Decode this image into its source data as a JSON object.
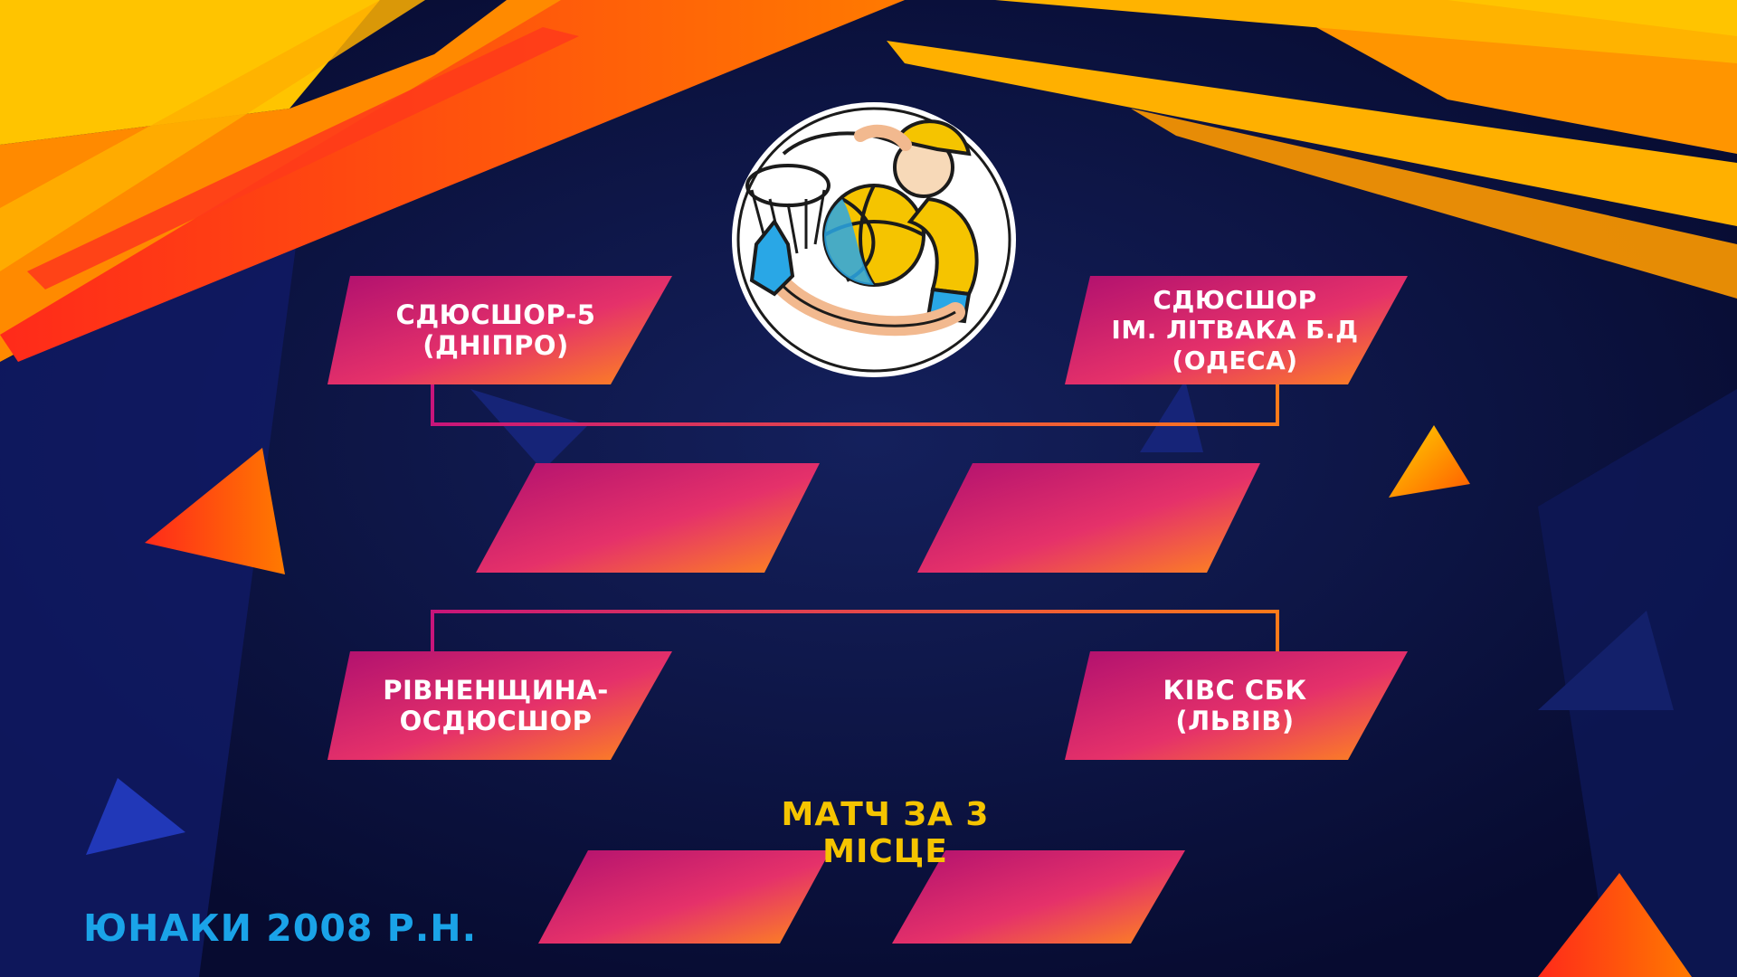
{
  "bracket": {
    "semifinal_left_top": {
      "line1": "СДЮСШОР-5",
      "line2": "(ДНІПРО)"
    },
    "semifinal_right_top": {
      "line1": "СДЮСШОР",
      "line2": "ІМ. ЛІТВАКА Б.Д",
      "line3": "(ОДЕСА)"
    },
    "semifinal_left_bottom": {
      "line1": "РІВНЕНЩИНА-",
      "line2": "ОСДЮСШОР"
    },
    "semifinal_right_bottom": {
      "line1": "КІВС СБК",
      "line2": "(ЛЬВІВ)"
    },
    "third_place_title": "МАТЧ ЗА 3 МІСЦЕ"
  },
  "category_label": "ЮНАКИ 2008 Р.Н.",
  "logo": {
    "icon": "basketball-player-logo-icon"
  },
  "colors": {
    "background": "#0b1140",
    "accent_yellow": "#f5c400",
    "accent_orange": "#ff6a00",
    "accent_magenta": "#c8157a",
    "category_blue": "#1aa3e8"
  }
}
